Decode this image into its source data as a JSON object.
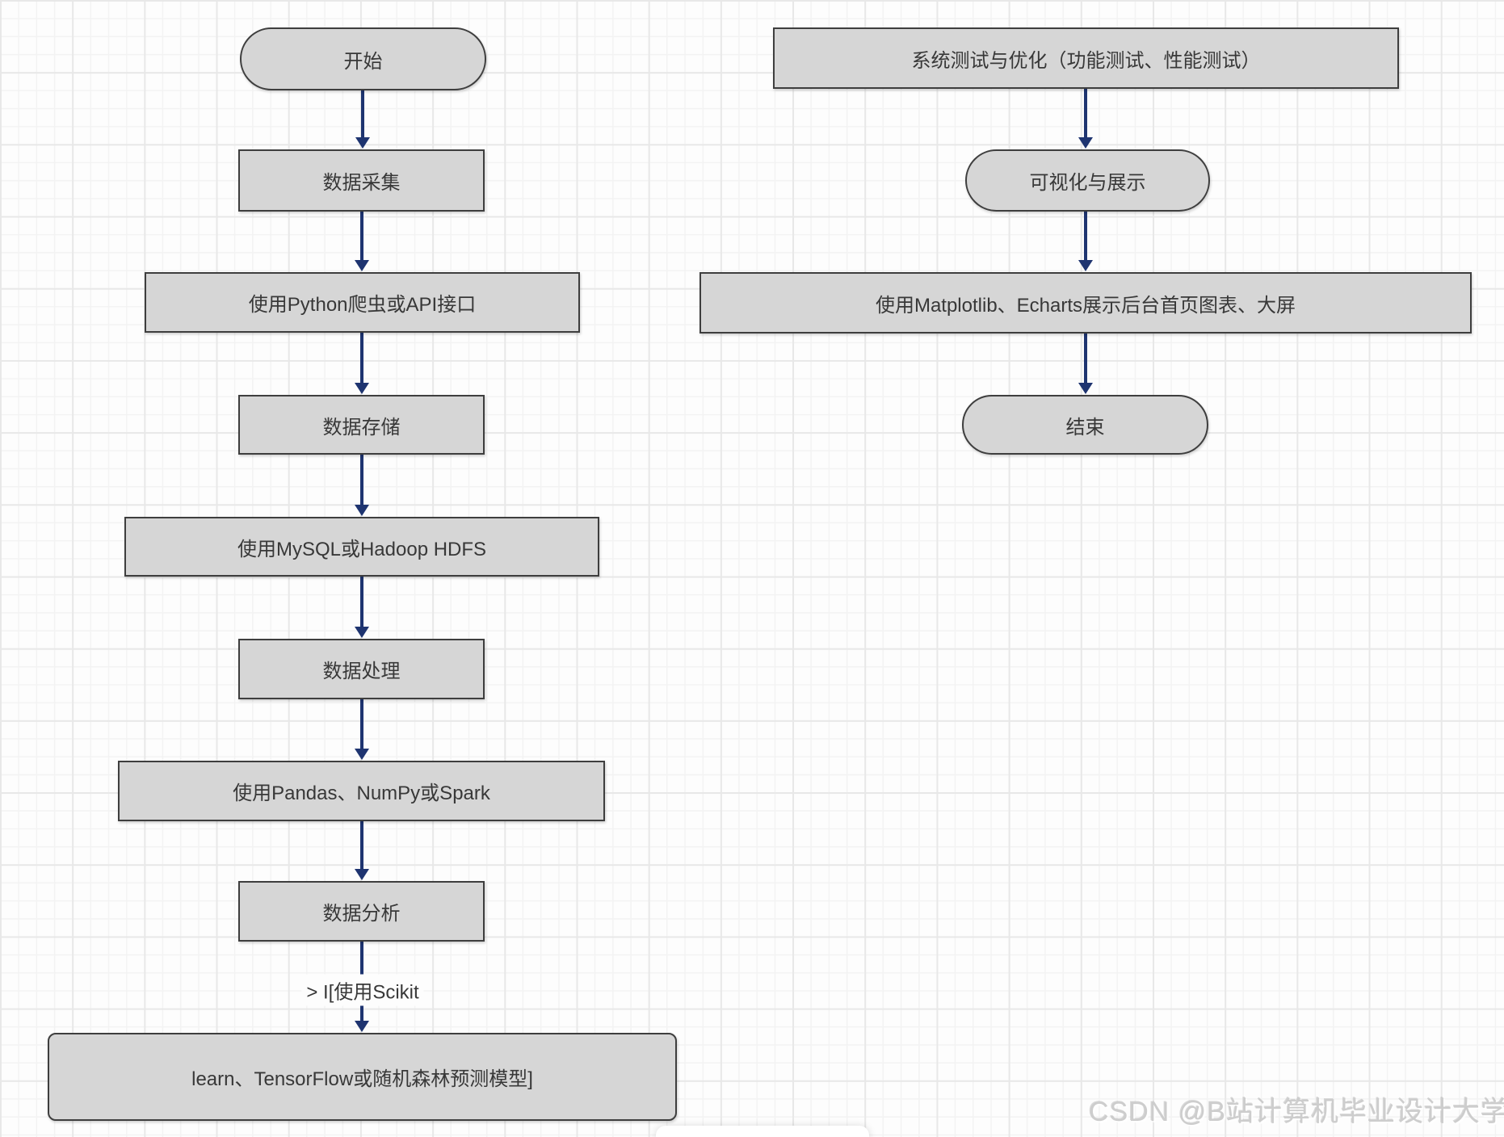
{
  "diagram": {
    "left_flow": {
      "start": {
        "label": "开始",
        "shape": "stadium"
      },
      "collect": {
        "label": "数据采集",
        "shape": "rect"
      },
      "crawler": {
        "label": "使用Python爬虫或API接口",
        "shape": "rect"
      },
      "storage": {
        "label": "数据存储",
        "shape": "rect"
      },
      "mysql": {
        "label": "使用MySQL或Hadoop HDFS",
        "shape": "rect"
      },
      "process": {
        "label": "数据处理",
        "shape": "rect"
      },
      "pandas": {
        "label": "使用Pandas、NumPy或Spark",
        "shape": "rect"
      },
      "analysis": {
        "label": "数据分析",
        "shape": "rect"
      },
      "model": {
        "label": "learn、TensorFlow或随机森林预测模型]",
        "shape": "rounded-rect"
      },
      "edge_label": "> I[使用Scikit"
    },
    "right_flow": {
      "test": {
        "label": "系统测试与优化（功能测试、性能测试）",
        "shape": "rect"
      },
      "visual": {
        "label": "可视化与展示",
        "shape": "stadium"
      },
      "charts": {
        "label": "使用Matplotlib、Echarts展示后台首页图表、大屏",
        "shape": "rect"
      },
      "end": {
        "label": "结束",
        "shape": "stadium"
      }
    }
  },
  "watermark": {
    "text": "CSDN @B站计算机毕业设计大学"
  },
  "colors": {
    "background": "#fdfdfd",
    "grid_minor": "#f3f3f3",
    "grid_major": "#e8e8e8",
    "node_fill": "#d6d6d6",
    "node_border": "#3e3e3e",
    "node_text": "#383838",
    "arrow": "#1e3470",
    "watermark": "#cdcdcd"
  }
}
